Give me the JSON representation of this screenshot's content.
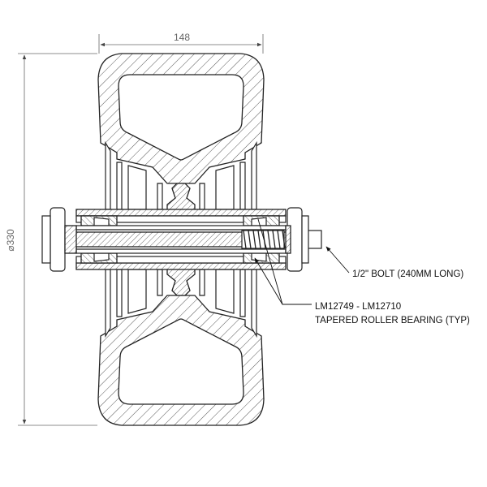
{
  "dimensions": {
    "width": "148",
    "diameter": "330",
    "diameter_symbol": "⌀"
  },
  "callouts": {
    "bolt": "1/2\" BOLT (240MM LONG)",
    "bearing_line1": "LM12749 - LM12710",
    "bearing_line2": "TAPERED ROLLER BEARING (TYP)"
  }
}
